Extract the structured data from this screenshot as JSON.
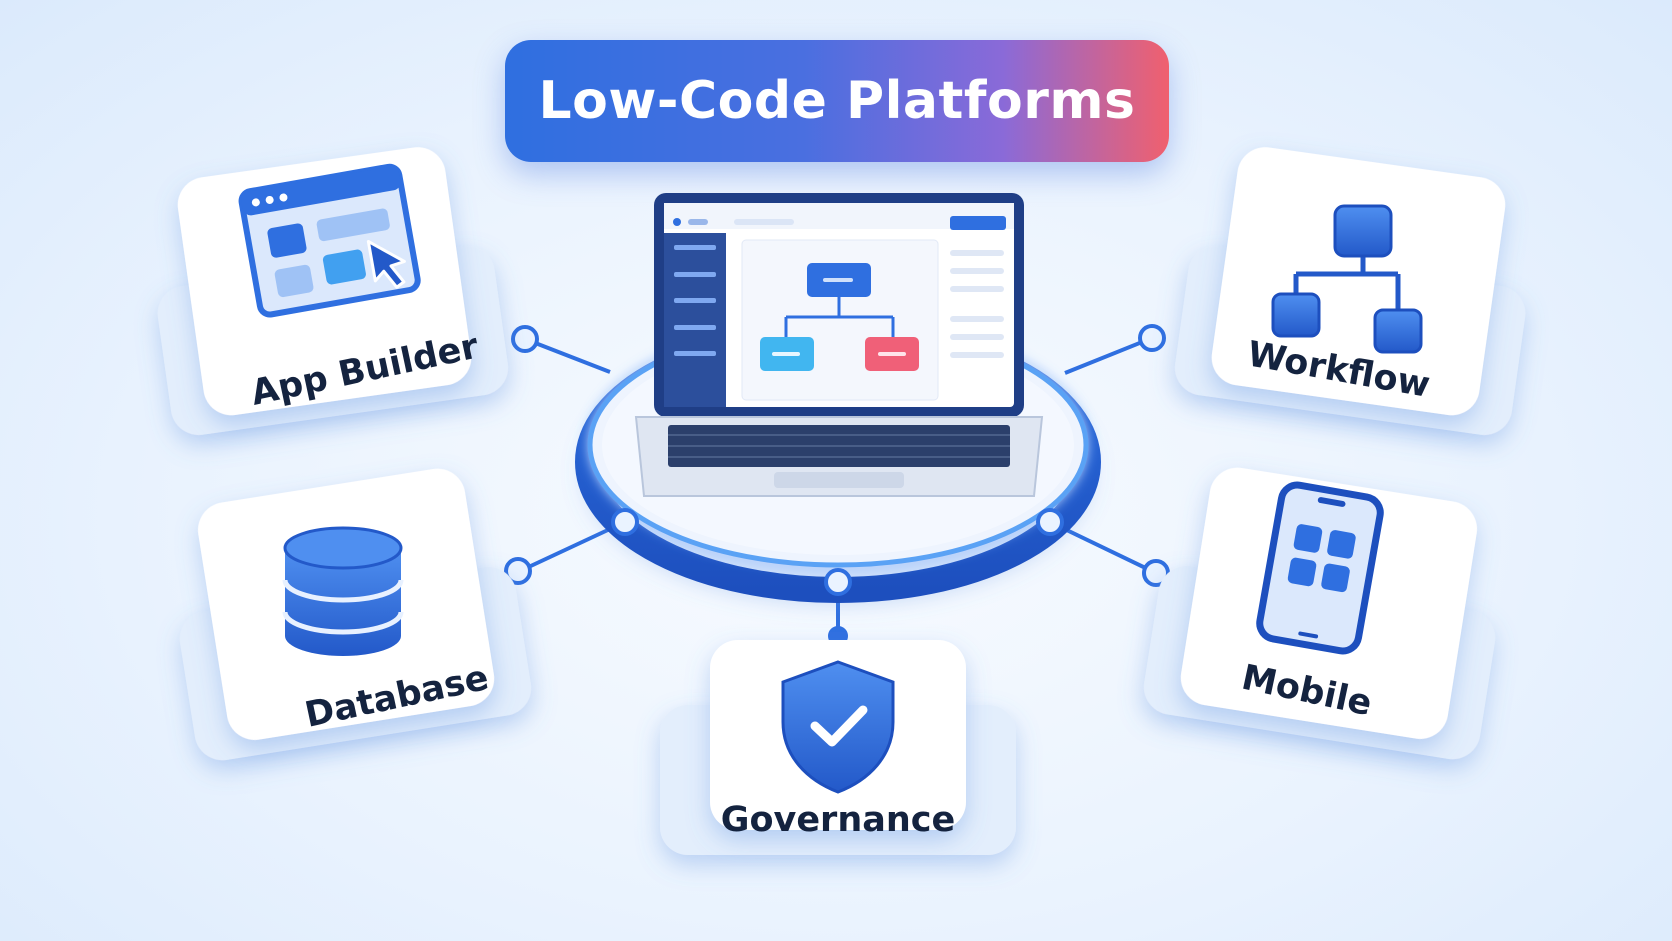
{
  "title": "Low-Code Platforms",
  "nodes": {
    "app_builder": {
      "label": "App Builder"
    },
    "database": {
      "label": "Database"
    },
    "governance": {
      "label": "Governance"
    },
    "workflow": {
      "label": "Workflow"
    },
    "mobile": {
      "label": "Mobile"
    }
  },
  "colors": {
    "primary_blue": "#2f6fe0",
    "title_gradient_end": "#f0606e",
    "label_text": "#14233f",
    "accent_red": "#f06078",
    "accent_cyan": "#41b6f0"
  },
  "icons": {
    "app_builder": "browser-window-cursor-icon",
    "database": "database-cylinder-icon",
    "governance": "shield-check-icon",
    "workflow": "flowchart-icon",
    "mobile": "smartphone-icon",
    "center": "laptop-icon"
  }
}
